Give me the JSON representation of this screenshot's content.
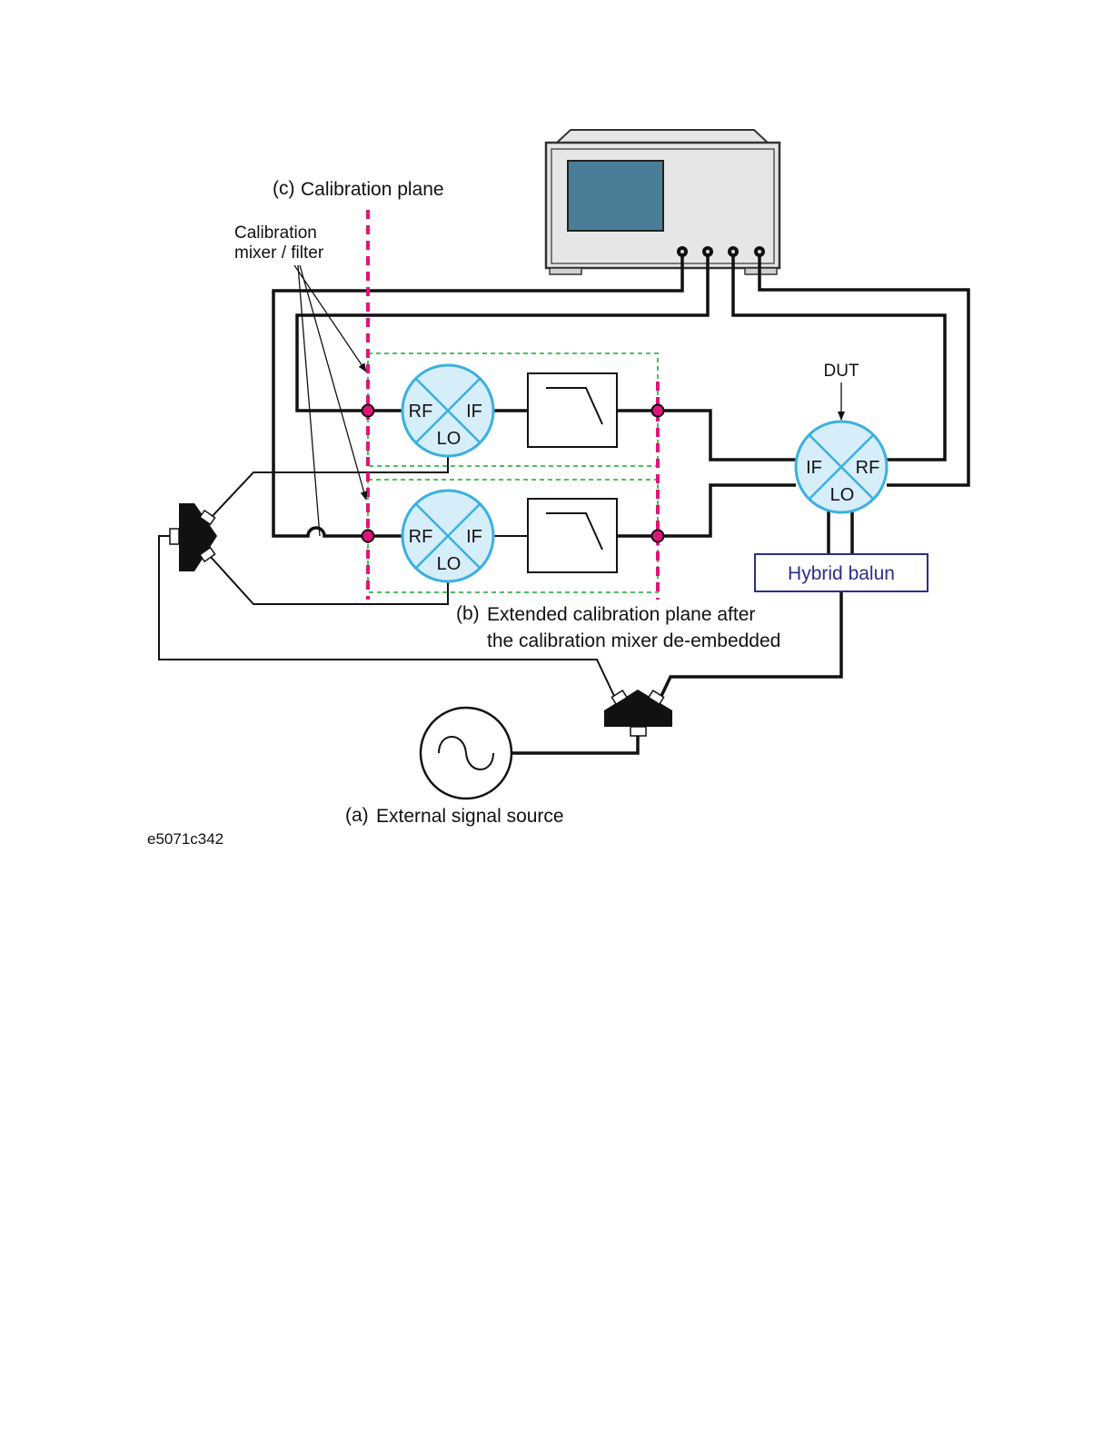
{
  "labels": {
    "cal_plane_tag": "(c)",
    "cal_plane": "Calibration plane",
    "cal_mixer_line1": "Calibration",
    "cal_mixer_line2": "mixer / filter",
    "dut": "DUT",
    "hybrid_balun": "Hybrid balun",
    "ext_plane_tag": "(b)",
    "ext_plane_line1": "Extended calibration plane after",
    "ext_plane_line2": "the calibration mixer de-embedded",
    "source_tag": "(a)",
    "source": "External signal source",
    "figure_id": "e5071c342"
  },
  "mixer_ports": {
    "rf": "RF",
    "if": "IF",
    "lo": "LO"
  },
  "colors": {
    "wire": "#111111",
    "mixer_stroke": "#3ab0e0",
    "mixer_fill": "#d6eef9",
    "cal_plane": "#e0157a",
    "dashed_box": "#3ab54a",
    "screen": "#4a7e98",
    "balun_border": "#2b2f8a",
    "balun_text": "#2b2f8a"
  }
}
